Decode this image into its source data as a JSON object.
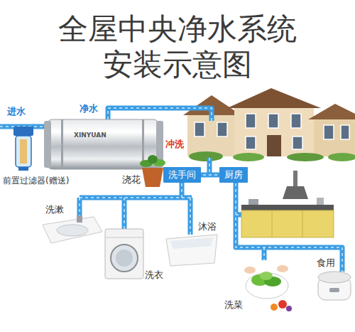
{
  "diagram": {
    "title": "全屋中央净水系统 安装示意图",
    "nodes": [
      {
        "text": [
          "洗手间"
        ]
      },
      {
        "text": [
          "厨房"
        ]
      }
    ],
    "labels": [
      "进水",
      "净水",
      "冲洗",
      "XINYUAN",
      "前置过滤器(赠送)",
      "浇花",
      "洗漱",
      "洗衣",
      "沐浴",
      "洗菜",
      "食用"
    ]
  }
}
